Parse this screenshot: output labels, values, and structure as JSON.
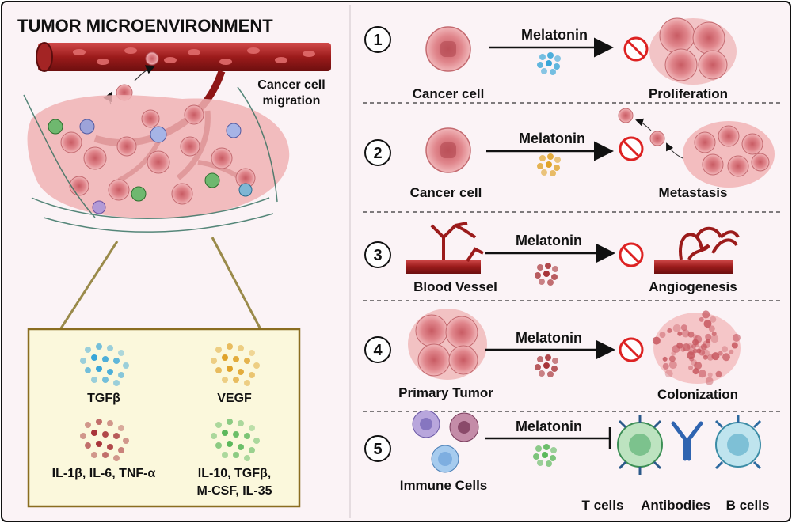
{
  "title": "TUMOR MICROENVIRONMENT",
  "migration_label": [
    "Cancer cell",
    "migration"
  ],
  "cytokines": [
    {
      "label": "TGFβ",
      "color": "#3aa6d8"
    },
    {
      "label": "VEGF",
      "color": "#e0a32a"
    },
    {
      "label": "IL-1β, IL-6, TNF-α",
      "color": "#a8353a"
    },
    {
      "label": [
        "IL-10, TGFβ,",
        "M-CSF, IL-35"
      ],
      "color": "#5cb85c"
    }
  ],
  "agent": "Melatonin",
  "rows": [
    {
      "number": "1",
      "left_label": "Cancer cell",
      "right_label": "Proliferation",
      "dot_color": "#3aa6d8"
    },
    {
      "number": "2",
      "left_label": "Cancer cell",
      "right_label": "Metastasis",
      "dot_color": "#e0a32a"
    },
    {
      "number": "3",
      "left_label": "Blood Vessel",
      "right_label": "Angiogenesis",
      "dot_color": "#a8353a"
    },
    {
      "number": "4",
      "left_label": "Primary Tumor",
      "right_label": "Colonization",
      "dot_color": "#a8353a"
    },
    {
      "number": "5",
      "left_label": "Immune Cells",
      "right_label": "",
      "dot_color": "#5cb85c"
    }
  ],
  "immune_targets": [
    "T cells",
    "Antibodies",
    "B cells"
  ]
}
